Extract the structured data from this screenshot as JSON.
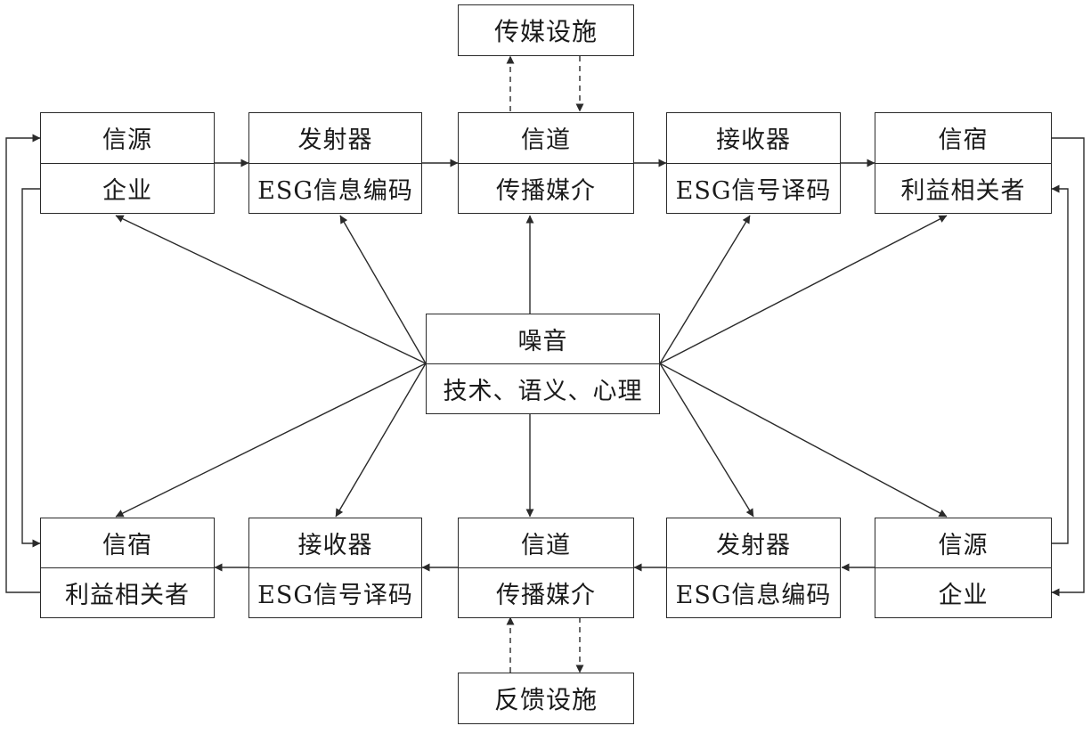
{
  "top_row": [
    {
      "title": "信源",
      "subtitle": "企业"
    },
    {
      "title": "发射器",
      "subtitle": "ESG信息编码"
    },
    {
      "title": "信道",
      "subtitle": "传播媒介"
    },
    {
      "title": "接收器",
      "subtitle": "ESG信号译码"
    },
    {
      "title": "信宿",
      "subtitle": "利益相关者"
    }
  ],
  "bottom_row": [
    {
      "title": "信宿",
      "subtitle": "利益相关者"
    },
    {
      "title": "接收器",
      "subtitle": "ESG信号译码"
    },
    {
      "title": "信道",
      "subtitle": "传播媒介"
    },
    {
      "title": "发射器",
      "subtitle": "ESG信息编码"
    },
    {
      "title": "信源",
      "subtitle": "企业"
    }
  ],
  "noise": {
    "title": "噪音",
    "subtitle": "技术、语义、心理"
  },
  "media_facility": "传媒设施",
  "feedback_facility": "反馈设施",
  "colors": {
    "line": "#2a2a2a",
    "background": "#ffffff"
  }
}
